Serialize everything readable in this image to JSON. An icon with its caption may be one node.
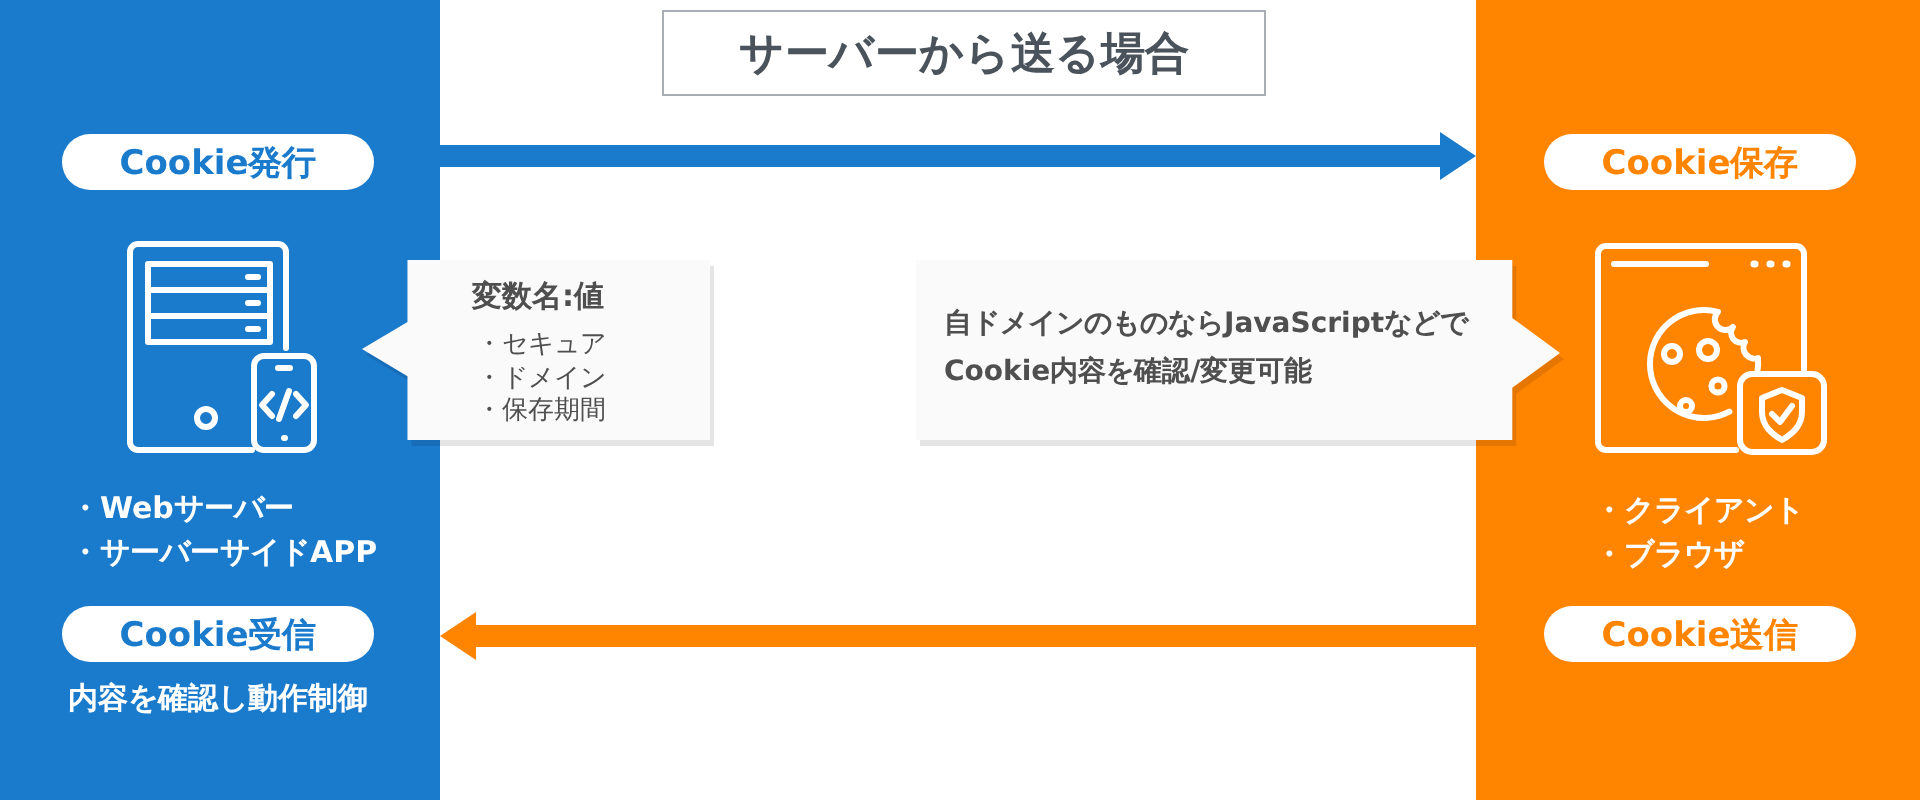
{
  "diagram": {
    "title": "サーバーから送る場合",
    "nodes": [
      {
        "text": [
          "・Webサーバー",
          "・サーバーサイドAPP"
        ]
      },
      {
        "text": [
          "Cookie発行"
        ],
        "in": 0
      },
      {
        "text": [
          "Cookie受信"
        ],
        "in": 0,
        "beside": [
          "内容を確認し動作制御"
        ]
      },
      {
        "text": [
          "変数名:値",
          "・セキュア",
          "・ドメイン",
          "・保存期間"
        ]
      },
      {
        "text": [
          "自ドメインのものならJavaScriptなどでCookie内容を確認/変更可能"
        ]
      },
      {
        "text": [
          "・クライアント",
          "・ブラウザ"
        ]
      },
      {
        "text": [
          "Cookie保存"
        ],
        "in": 5
      },
      {
        "text": [
          "Cookie送信"
        ],
        "in": 5
      }
    ],
    "edges": [
      {
        "from": 0,
        "to": 5,
        "arrow": "to",
        "color": "#1a7acc"
      },
      {
        "from": 5,
        "to": 0,
        "arrow": "to",
        "color": "#ff8400"
      }
    ]
  }
}
